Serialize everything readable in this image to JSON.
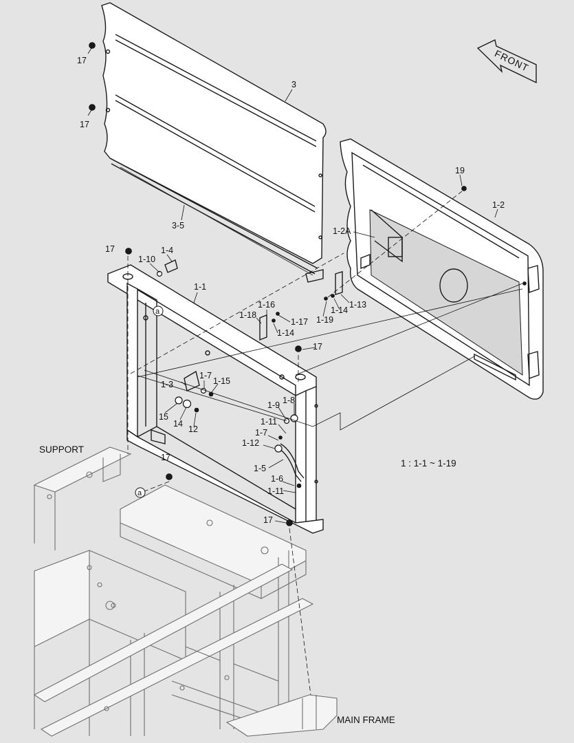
{
  "front_arrow": {
    "label": "FRONT"
  },
  "section_labels": {
    "support": "SUPPORT",
    "main_frame": "MAIN FRAME",
    "note": "1 : 1-1 ~ 1-19"
  },
  "markers": {
    "a1": "a",
    "a2": "a"
  },
  "callouts": {
    "c17a": "17",
    "c17b": "17",
    "c3": "3",
    "c3_5": "3-5",
    "c19": "19",
    "c1_2": "1-2",
    "c1_2A": "1-2A",
    "c17c": "17",
    "c1_4": "1-4",
    "c1_10": "1-10",
    "c1_1": "1-1",
    "c1_16": "1-16",
    "c1_18": "1-18",
    "c1_17": "1-17",
    "c1_14a": "1-14",
    "c1_14b": "1-14",
    "c1_13": "1-13",
    "c1_19": "1-19",
    "c17d": "17",
    "c1_3": "1-3",
    "c1_7a": "1-7",
    "c1_15": "1-15",
    "c15": "15",
    "c14": "14",
    "c12": "12",
    "c1_9": "1-9",
    "c1_8": "1-8",
    "c1_11a": "1-11",
    "c1_7b": "1-7",
    "c1_12": "1-12",
    "c1_5": "1-5",
    "c1_6": "1-6",
    "c1_11b": "1-11",
    "c17e": "17",
    "c17f": "17"
  }
}
